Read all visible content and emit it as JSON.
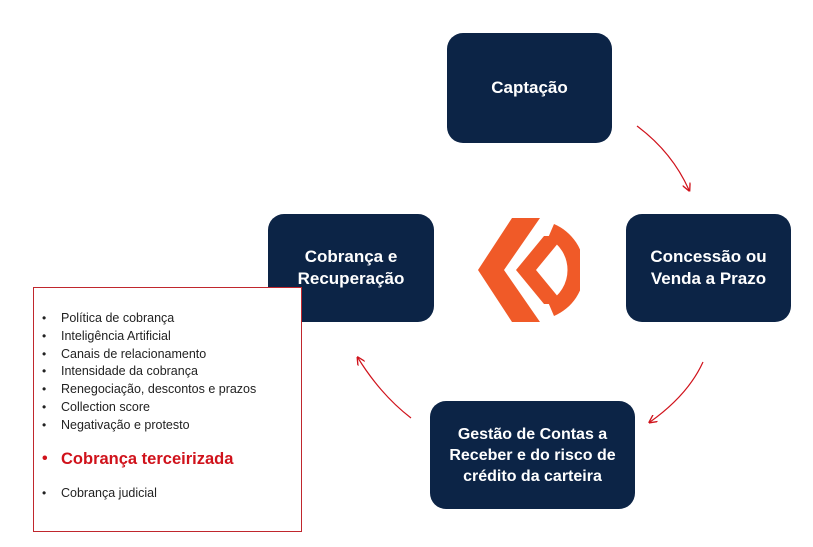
{
  "cycle": {
    "nodes": [
      {
        "label": "Captação"
      },
      {
        "label": "Concessão ou Venda a Prazo"
      },
      {
        "label": "Gestão de Contas a Receber e do risco de crédito da carteira"
      },
      {
        "label": "Cobrança e Recuperação"
      }
    ]
  },
  "colors": {
    "node_fill": "#0c2446",
    "node_text": "#ffffff",
    "arrow": "#d0121b",
    "logo_orange": "#f05a28",
    "box_border": "#c0272d",
    "highlight_text": "#d0121b"
  },
  "center_logo": {
    "icon": "chevron-arrow-logo"
  },
  "detail_box": {
    "bullet_symbol": "•",
    "items": [
      "Política de cobrança",
      "Inteligência Artificial",
      "Canais de relacionamento",
      "Intensidade da cobrança",
      "Renegociação, descontos e prazos",
      "Collection score",
      "Negativação e protesto"
    ],
    "highlight": "Cobrança terceirizada",
    "last_item": "Cobrança judicial"
  }
}
